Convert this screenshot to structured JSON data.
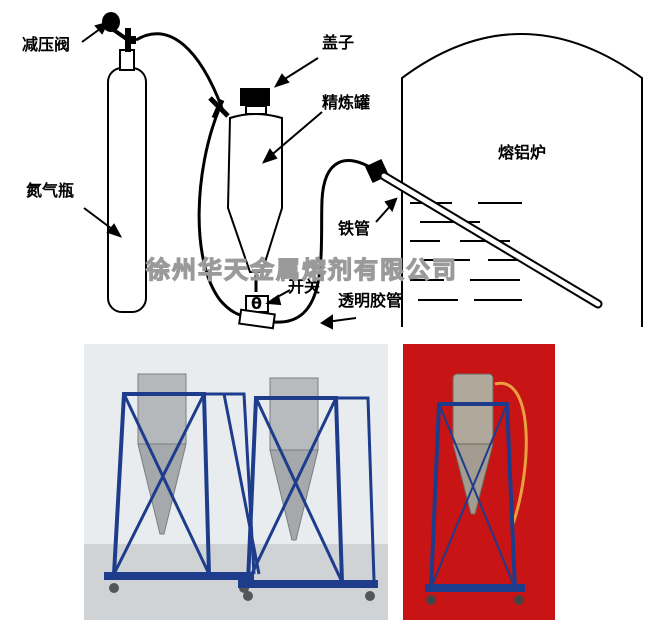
{
  "diagram": {
    "labels": {
      "pressure_valve": "减压阀",
      "cap": "盖子",
      "refining_tank": "精炼罐",
      "aluminum_furnace": "熔铝炉",
      "nitrogen_bottle": "氮气瓶",
      "iron_pipe": "铁管",
      "switch": "开关",
      "transparent_hose": "透明胶管",
      "valve_symbol": "θ"
    },
    "watermark": "徐州华天金属熔剂有限公司"
  },
  "photos": {
    "left": {
      "background": "#e9ecef",
      "frame_color": "#1e3c8c"
    },
    "right": {
      "background": "#c81414",
      "frame_color": "#1e3c8c"
    }
  }
}
